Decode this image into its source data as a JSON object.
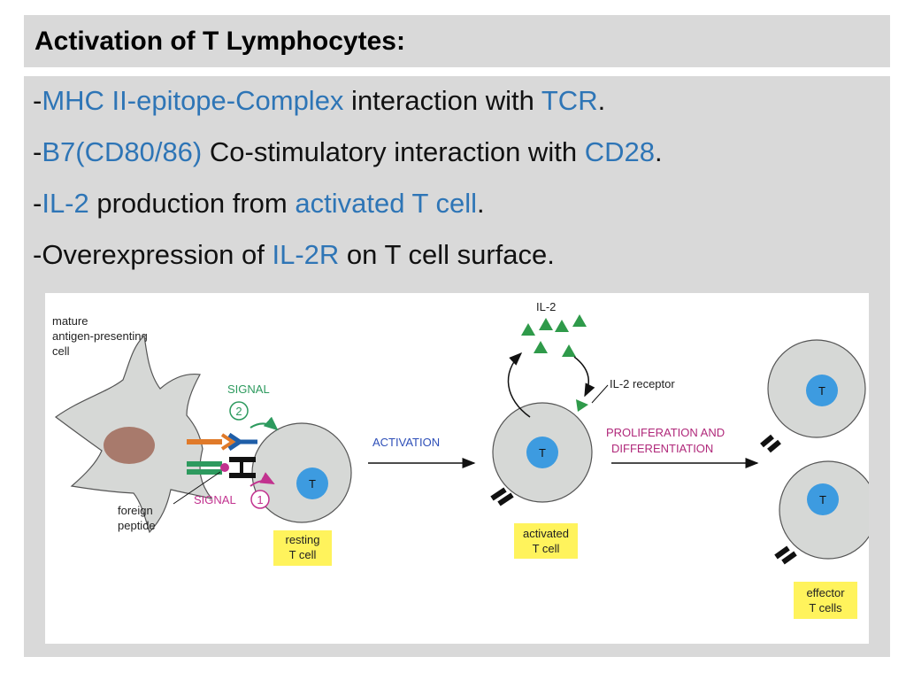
{
  "slide": {
    "title": "Activation of T Lymphocytes:",
    "bullets": [
      {
        "prefix": "-",
        "segments": [
          {
            "text": "MHC II-epitope-Complex",
            "highlight": true
          },
          {
            "text": " interaction with ",
            "highlight": false
          },
          {
            "text": "TCR",
            "highlight": true
          },
          {
            "text": ".",
            "highlight": false
          }
        ]
      },
      {
        "prefix": "-",
        "segments": [
          {
            "text": "B7(CD80/86)",
            "highlight": true
          },
          {
            "text": " Co-stimulatory interaction with ",
            "highlight": false
          },
          {
            "text": "CD28",
            "highlight": true
          },
          {
            "text": ".",
            "highlight": false
          }
        ]
      },
      {
        "prefix": "-",
        "segments": [
          {
            "text": "IL-2",
            "highlight": true
          },
          {
            "text": " production from ",
            "highlight": false
          },
          {
            "text": "activated T cell",
            "highlight": true
          },
          {
            "text": ".",
            "highlight": false
          }
        ]
      },
      {
        "prefix": "-",
        "segments": [
          {
            "text": "Overexpression of ",
            "highlight": false
          },
          {
            "text": "IL-2R",
            "highlight": true
          },
          {
            "text": " on T cell surface.",
            "highlight": false
          }
        ]
      }
    ]
  },
  "diagram": {
    "apc_label": [
      "mature",
      "antigen-presenting",
      "cell"
    ],
    "signal2_label": "SIGNAL",
    "signal2_number": "2",
    "signal1_label": "SIGNAL",
    "signal1_number": "1",
    "foreign_peptide_label": [
      "foreign",
      "peptide"
    ],
    "resting_label": [
      "resting",
      "T cell"
    ],
    "activation_label": "ACTIVATION",
    "il2_label": "IL-2",
    "il2_receptor_label": "IL-2 receptor",
    "activated_label": [
      "activated",
      "T cell"
    ],
    "proliferation_label": [
      "PROLIFERATION AND",
      "DIFFERENTIATION"
    ],
    "effector_label": [
      "effector",
      "T cells"
    ],
    "nucleus_letter": "T",
    "colors": {
      "highlight": "#2e75b6",
      "panel": "#d9d9d9",
      "cell": "#d6d8d6",
      "nucleus": "#3d9be0",
      "apc_nucleus": "#a87a6c",
      "il2": "#2f9a4a",
      "label_box": "#fff35c",
      "signal2": "#2d9a5e",
      "signal1": "#c2328f",
      "activation_text": "#2e4fb8",
      "proliferation_text": "#b0287a"
    }
  }
}
